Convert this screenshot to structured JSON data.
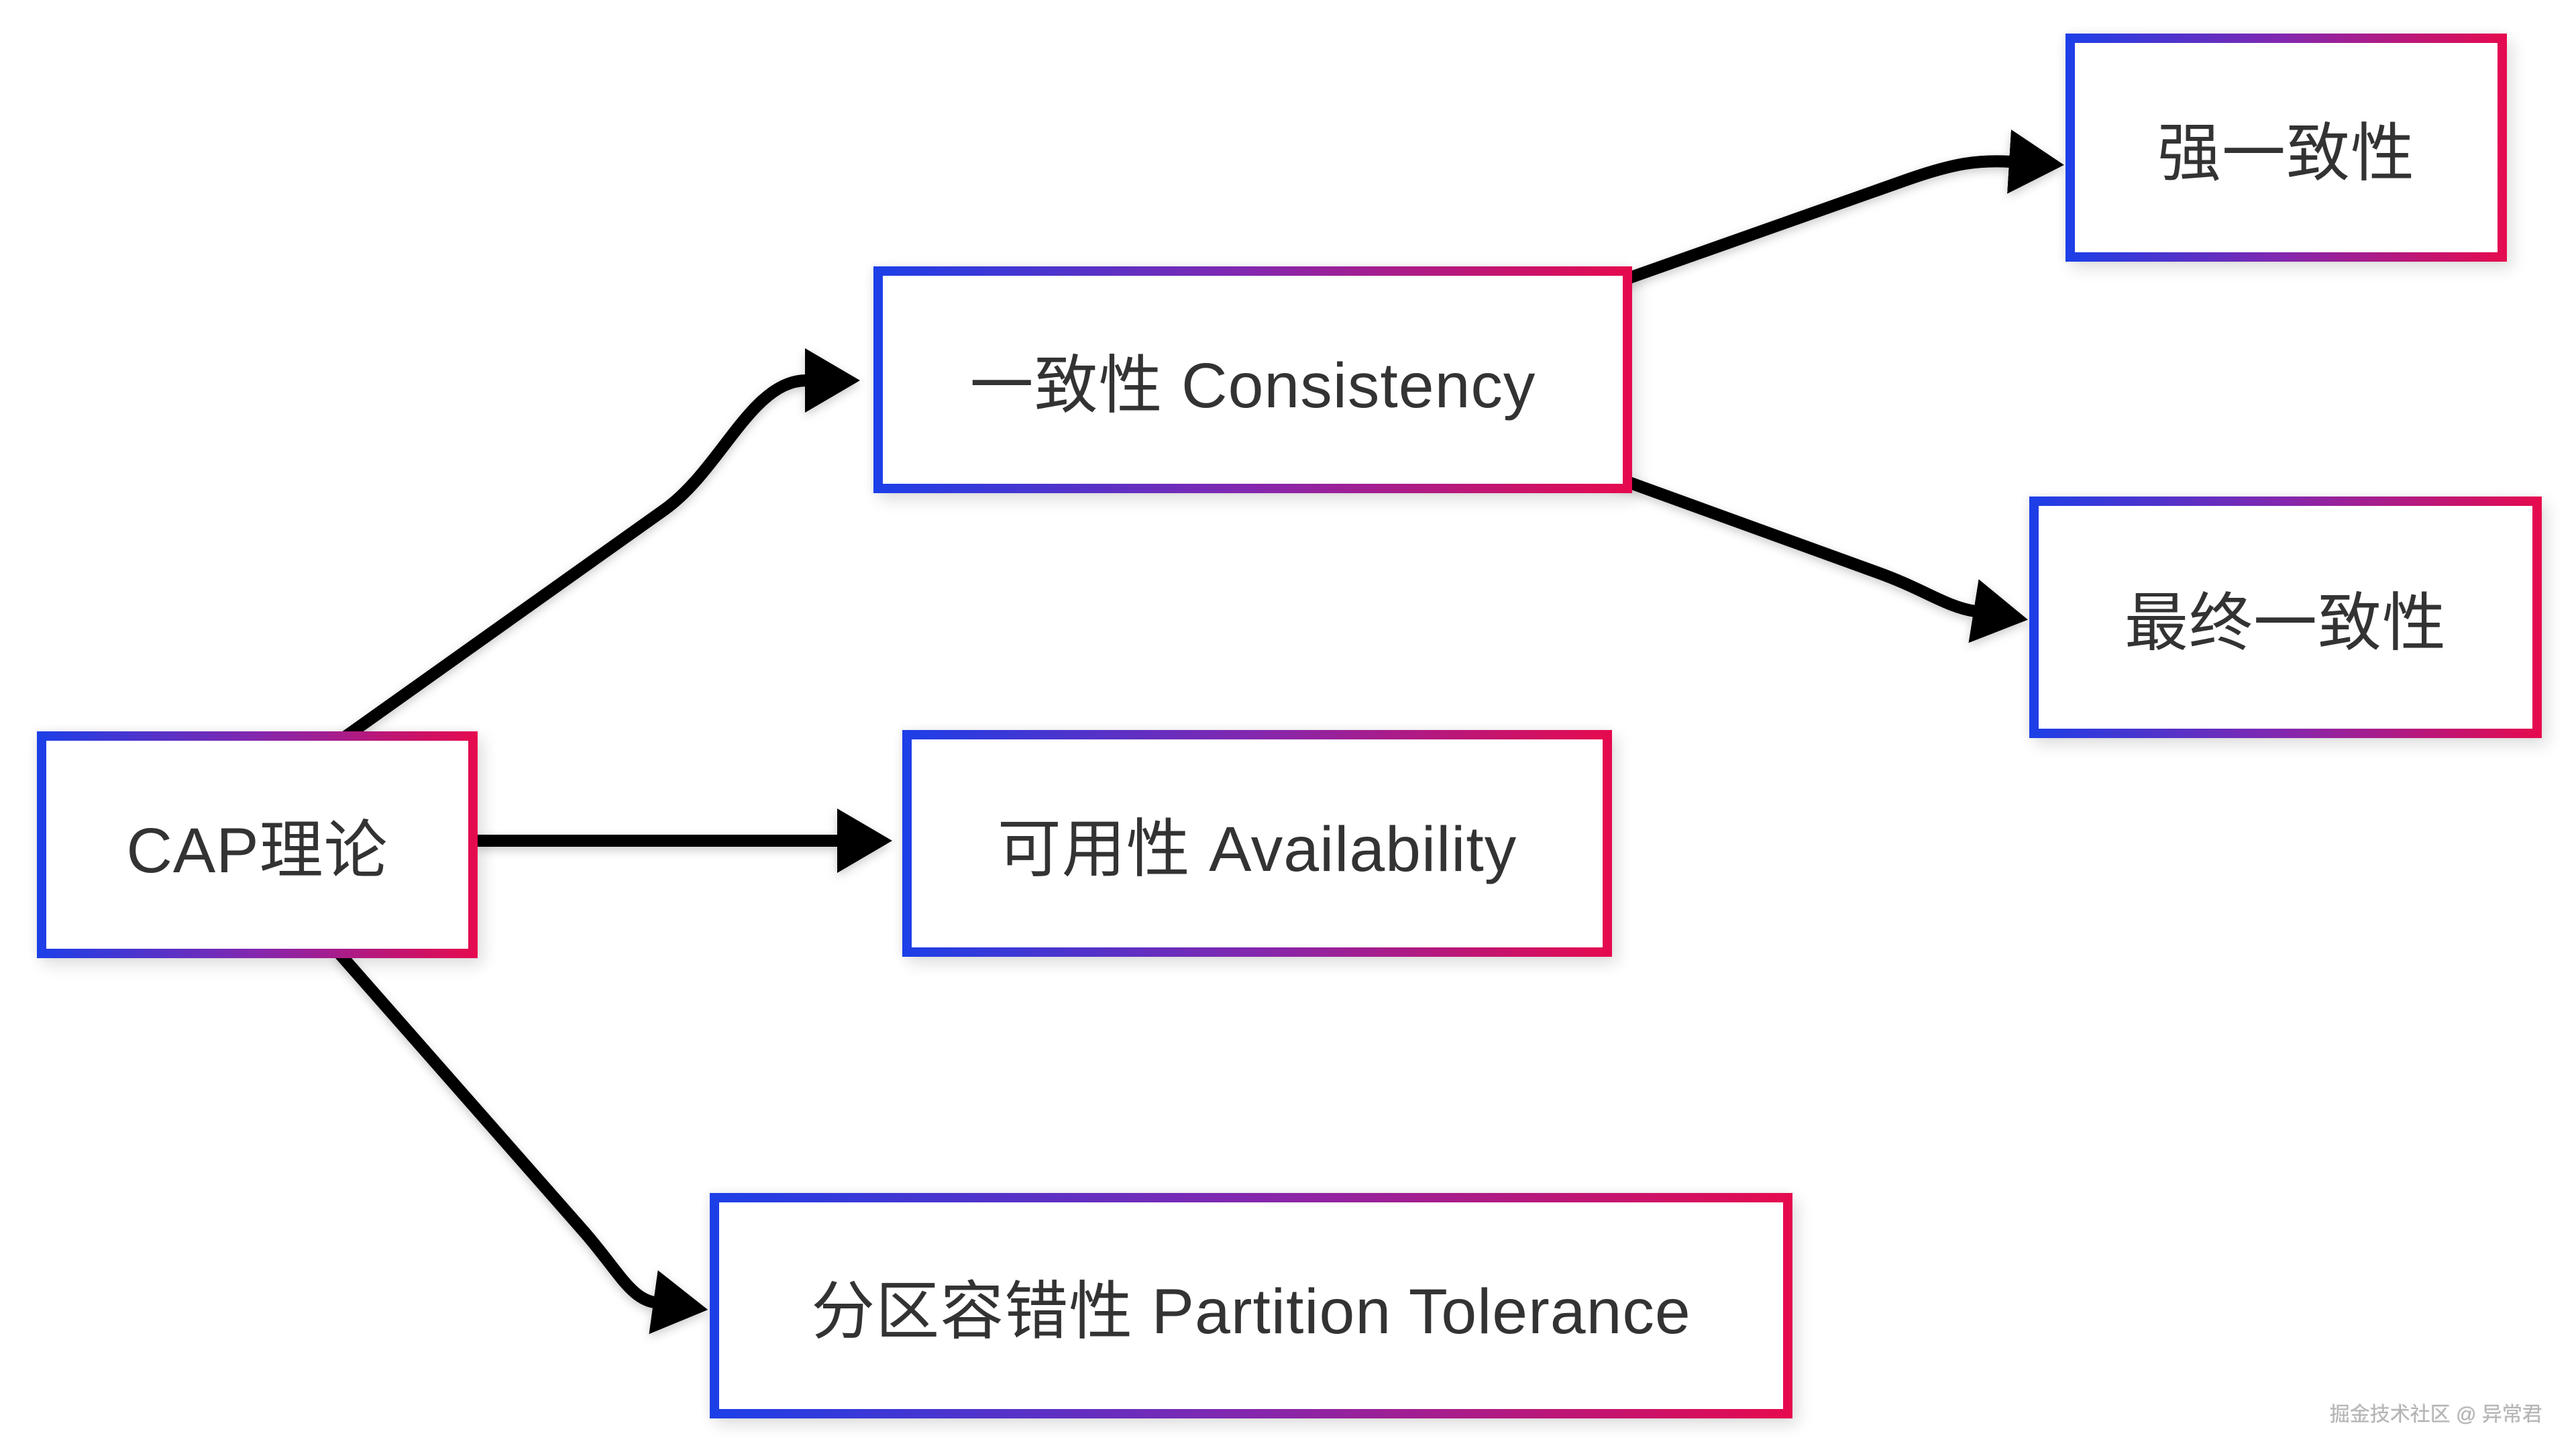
{
  "diagram": {
    "nodes": [
      {
        "id": "cap",
        "label": "CAP理论"
      },
      {
        "id": "consistency",
        "label": "一致性 Consistency"
      },
      {
        "id": "availability",
        "label": "可用性 Availability"
      },
      {
        "id": "partition",
        "label": "分区容错性 Partition Tolerance"
      },
      {
        "id": "strong",
        "label": "强一致性"
      },
      {
        "id": "eventual",
        "label": "最终一致性"
      }
    ],
    "edges": [
      {
        "from": "CAP理论",
        "to": "一致性 Consistency"
      },
      {
        "from": "CAP理论",
        "to": "可用性 Availability"
      },
      {
        "from": "CAP理论",
        "to": "分区容错性 Partition Tolerance"
      },
      {
        "from": "一致性 Consistency",
        "to": "强一致性"
      },
      {
        "from": "一致性 Consistency",
        "to": "最终一致性"
      }
    ],
    "colors": {
      "border_gradient_start": "#1c3fe8",
      "border_gradient_mid": "#8427ae",
      "border_gradient_end": "#e60a4e",
      "node_background": "#ffffff",
      "node_text": "#333333",
      "arrow": "#000000",
      "canvas_background": "#ffffff",
      "watermark_text_color": "#b5b2b2"
    }
  },
  "watermark": {
    "text": "掘金技术社区 @ 异常君"
  }
}
